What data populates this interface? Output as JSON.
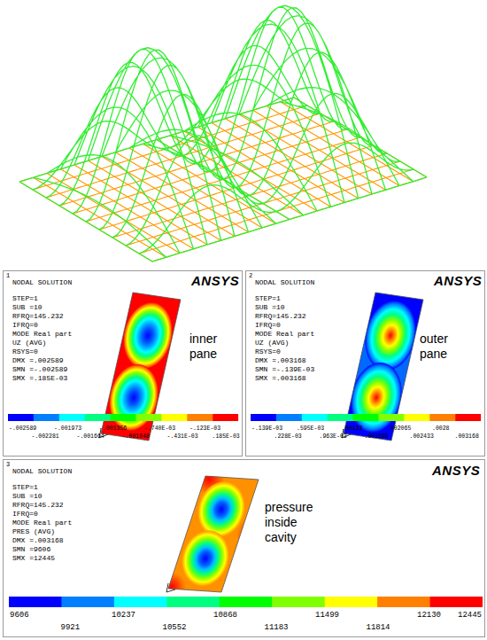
{
  "diagram": {
    "nodes": [
      {
        "text": [
          "1",
          "NODAL SOLUTION",
          "STEP=1",
          "SUB =10",
          "RFRQ=145.232",
          "IFRQ=0",
          "MODE Real part",
          "UZ (AVG)",
          "RSYS=0",
          "DMX =.002589",
          "SMN =-.002589",
          "SMX =.185E-03",
          "ANSYS",
          "inner pane",
          "-.002589",
          "-.001973",
          "-.001356",
          "-.740E-03",
          "-.123E-03",
          "-.002281",
          "-.001664",
          "-.001048",
          "-.431E-03",
          ".185E-03"
        ]
      },
      {
        "text": [
          "2",
          "NODAL SOLUTION",
          "STEP=1",
          "SUB =10",
          "RFRQ=145.232",
          "IFRQ=0",
          "MODE Real part",
          "UZ (AVG)",
          "RSYS=0",
          "DMX =.003168",
          "SMN =-.139E-03",
          "SMX =.003168",
          "ANSYS",
          "outer pane",
          "-.139E-03",
          ".595E-03",
          ".00133",
          ".002065",
          ".0028",
          ".228E-03",
          ".963E-03",
          ".001698",
          ".002433",
          ".003168"
        ]
      },
      {
        "text": [
          "3",
          "NODAL SOLUTION",
          "STEP=1",
          "SUB =10",
          "RFRQ=145.232",
          "IFRQ=0",
          "MODE Real part",
          "PRES (AVG)",
          "DMX =.003168",
          "SMN =9606",
          "SMX =12445",
          "ANSYS",
          "pressure inside cavity",
          "9606",
          "10237",
          "10868",
          "11499",
          "12130",
          "12445",
          "9921",
          "10552",
          "11183",
          "11814"
        ]
      }
    ]
  }
}
